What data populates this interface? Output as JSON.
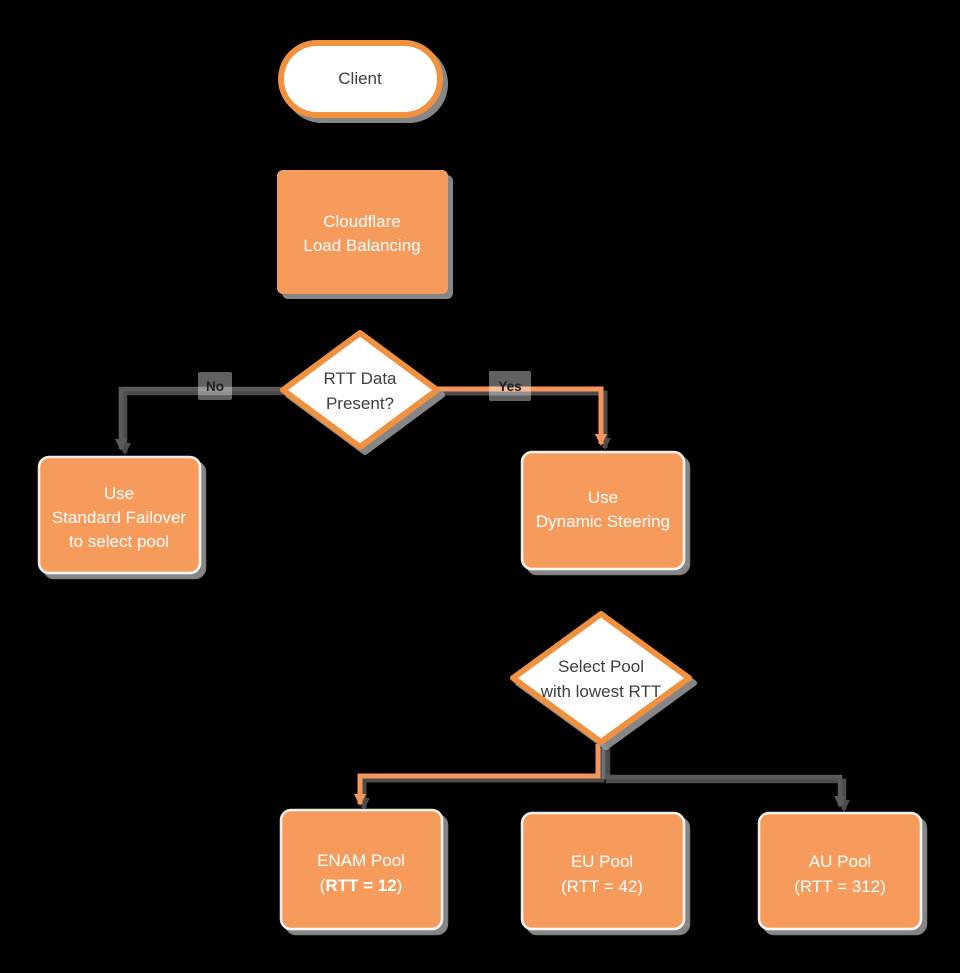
{
  "diagram_title": "Cloudflare Load Balancing flowchart",
  "colors": {
    "background": "#000000",
    "node_fill_orange": "#F79B5B",
    "node_border_orange": "#F0913F",
    "edge_orange": "#F5975A",
    "edge_gray": "#5A5A5A",
    "node_text_dark": "#3F3F3F",
    "node_text_light": "#FFFFFF",
    "shadow_gray": "#9E9E9E"
  },
  "nodes": {
    "client": {
      "label": "Client"
    },
    "cloudflare": {
      "line1": "Cloudflare",
      "line2": "Load Balancing"
    },
    "rtt_decision": {
      "line1": "RTT Data",
      "line2": "Present?"
    },
    "standard_failover": {
      "line1": "Use",
      "line2": "Standard Failover",
      "line3": "to select pool"
    },
    "dynamic_steering": {
      "line1": "Use",
      "line2": "Dynamic Steering"
    },
    "pool_decision": {
      "line1": "Select Pool",
      "line2": "with lowest RTT"
    },
    "enam_pool": {
      "line1": "ENAM Pool",
      "paren_open": "(",
      "rtt_bold": "RTT = 12",
      "paren_close": ")"
    },
    "eu_pool": {
      "line1": "EU Pool",
      "line2": "(RTT = 42)"
    },
    "au_pool": {
      "line1": "AU Pool",
      "line2": "(RTT = 312)"
    }
  },
  "edge_labels": {
    "no": "No",
    "yes": "Yes"
  }
}
